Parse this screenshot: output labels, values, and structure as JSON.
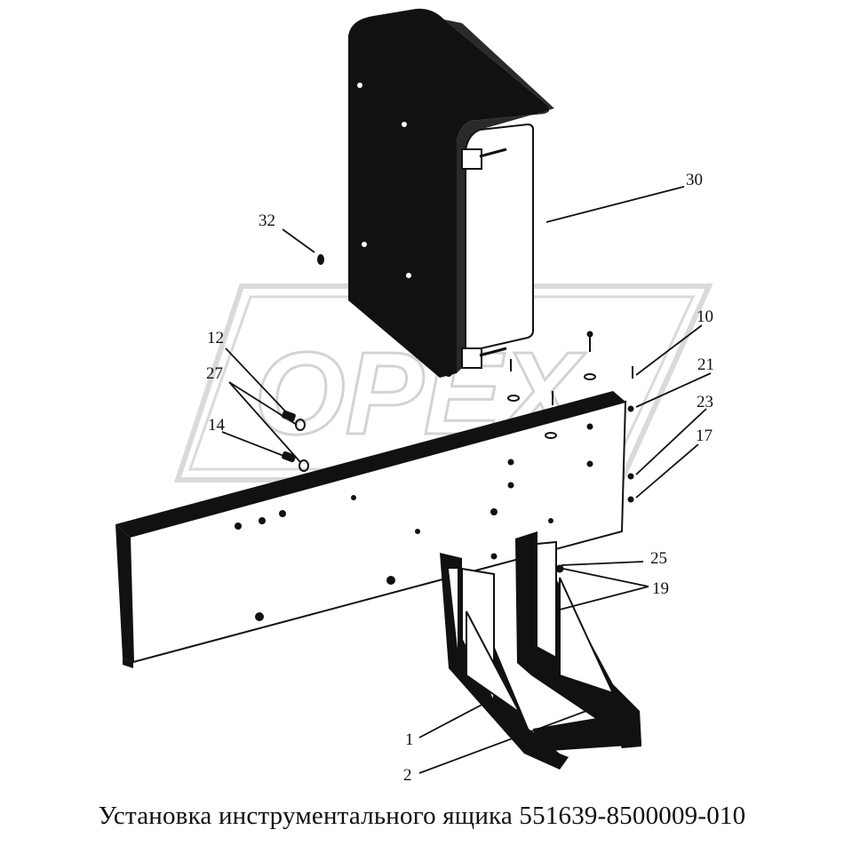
{
  "watermark": "OPEX",
  "caption": "Установка инструментального ящика 551639-8500009-010",
  "callouts": {
    "c1": "1",
    "c2": "2",
    "c10": "10",
    "c12": "12",
    "c14": "14",
    "c17": "17",
    "c19": "19",
    "c21": "21",
    "c23": "23",
    "c25": "25",
    "c27": "27",
    "c30": "30",
    "c32": "32"
  },
  "colors": {
    "part": "#111111",
    "paper": "#ffffff",
    "watermark": "#d8d8d8"
  }
}
